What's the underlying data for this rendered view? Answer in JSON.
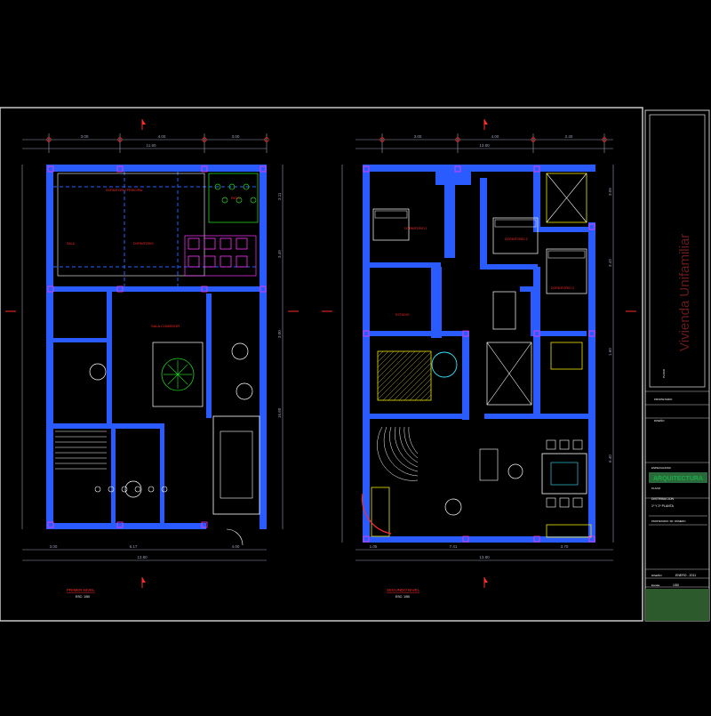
{
  "drawing": {
    "colors": {
      "background": "#000000",
      "wall": "#1f63ff",
      "wall_fill": "#2a5bff",
      "dim_line": "#9aa2b8",
      "text_red": "#ff2a2a",
      "text_magenta": "#ff35ff",
      "green": "#1fd31f",
      "yellow": "#f2e600",
      "cyan": "#35e6ff",
      "white": "#ffffff",
      "frame": "#c8c8c8",
      "logo_bg": "#2a6a3a",
      "logo_text": "#1ea84a"
    },
    "left_plan": {
      "top_dims": [
        "3.00",
        "4.00",
        "3.00"
      ],
      "top_total": "11.60",
      "bottom_dims": [
        "3.00",
        "6.17",
        "4.00"
      ],
      "bottom_total": "13.80",
      "right_dims": [
        "3.11",
        "3.49",
        "3.00",
        "16.60"
      ],
      "rooms": [
        "SALA COMEDOR",
        "DORMITORIO"
      ],
      "label": "PRIMER NIVEL",
      "scale": "ESC: 1/50"
    },
    "right_plan": {
      "top_dims": [
        "3.00",
        "4.00",
        "2.40"
      ],
      "top_total": "13.80",
      "bottom_dims": [
        "1.05",
        "7.41",
        "3.70"
      ],
      "bottom_total": "13.80",
      "right_dims": [
        "3.09",
        "3.43",
        "1.60",
        "6.40"
      ],
      "label": "SEGUNDO NIVEL",
      "scale": "ESC: 1/50"
    },
    "title_block": {
      "project_title": "Vivienda Unifamiliar",
      "small_label": "PLANO",
      "specialty_label": "ESPECIALIDAD",
      "specialty": "ARQUITECTURA",
      "plan_label": "PLANO",
      "plan_name": "DISTRIBUCION",
      "plan_sub": "1º Y 2º PLANTA",
      "owner_label": "PROPIETARIO",
      "designer_label": "DISEÑO",
      "date": "ENERO - 2011",
      "scale_label": "Escala",
      "scale_value": "1/50"
    }
  }
}
